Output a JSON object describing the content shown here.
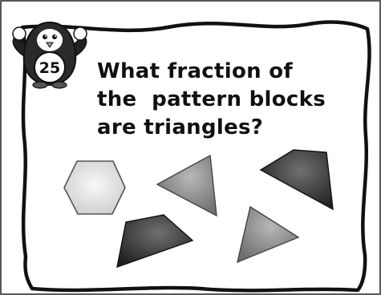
{
  "card": {
    "number": "25",
    "question_lines": [
      "What fraction of",
      "the  pattern blocks",
      "are triangles?"
    ]
  },
  "icons": {
    "mascot": "penguin-icon"
  },
  "shapes": [
    {
      "kind": "hexagon"
    },
    {
      "kind": "triangle"
    },
    {
      "kind": "trapezoid"
    },
    {
      "kind": "trapezoid"
    },
    {
      "kind": "triangle"
    }
  ],
  "colors": {
    "outline": "#111111",
    "hexagon": "#e6e6e6",
    "triangle": "#8a8a8a",
    "trapezoid": "#2e2e2e"
  }
}
